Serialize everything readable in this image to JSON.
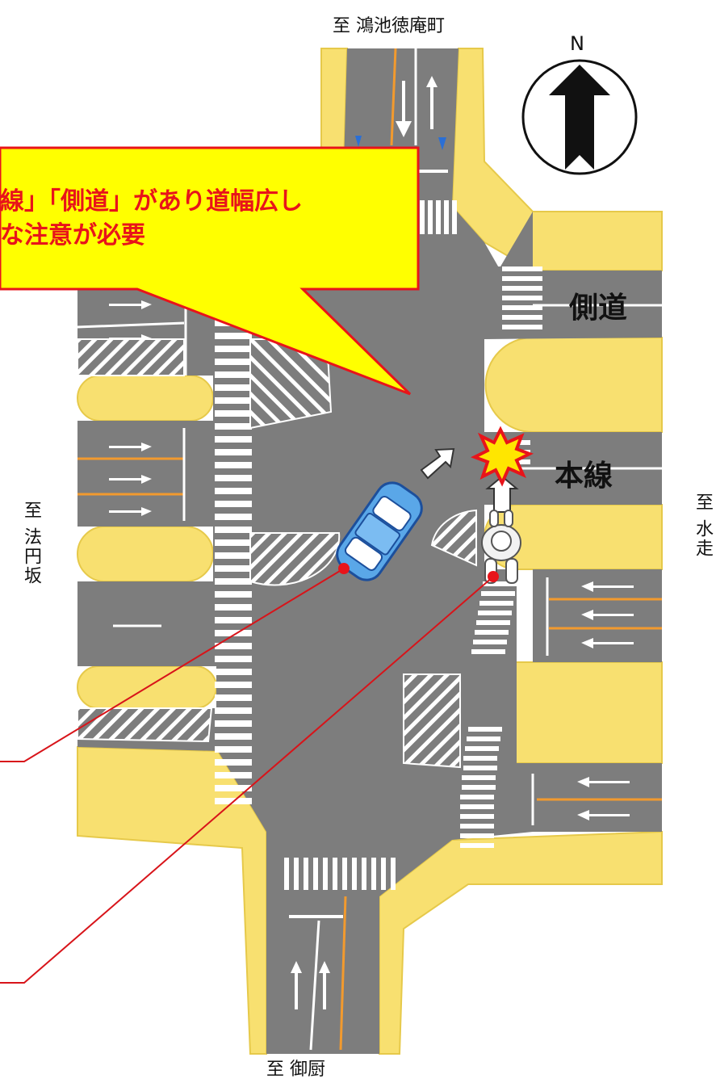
{
  "directions": {
    "north": "至 鴻池徳庵町",
    "south": "至 御厨",
    "west": "至 法円坂",
    "east": "至 水走"
  },
  "compass_letter": "N",
  "lane_labels": {
    "side_road": "側道",
    "main_road": "本線"
  },
  "callout": {
    "line1": "線」「側道」があり道幅広し",
    "line2": "な注意が必要"
  },
  "colors": {
    "road": "#7d7d7d",
    "sidewalk": "#f8e070",
    "callout_fill": "#ffff00",
    "callout_border": "#e8141a",
    "car": "#5aa7e8",
    "leader_line": "#d8141a",
    "orange_line": "#f29a2e"
  },
  "icons": [
    "compass-icon",
    "car-icon",
    "pedestrian-icon",
    "collision-icon",
    "turn-arrow-icon"
  ]
}
